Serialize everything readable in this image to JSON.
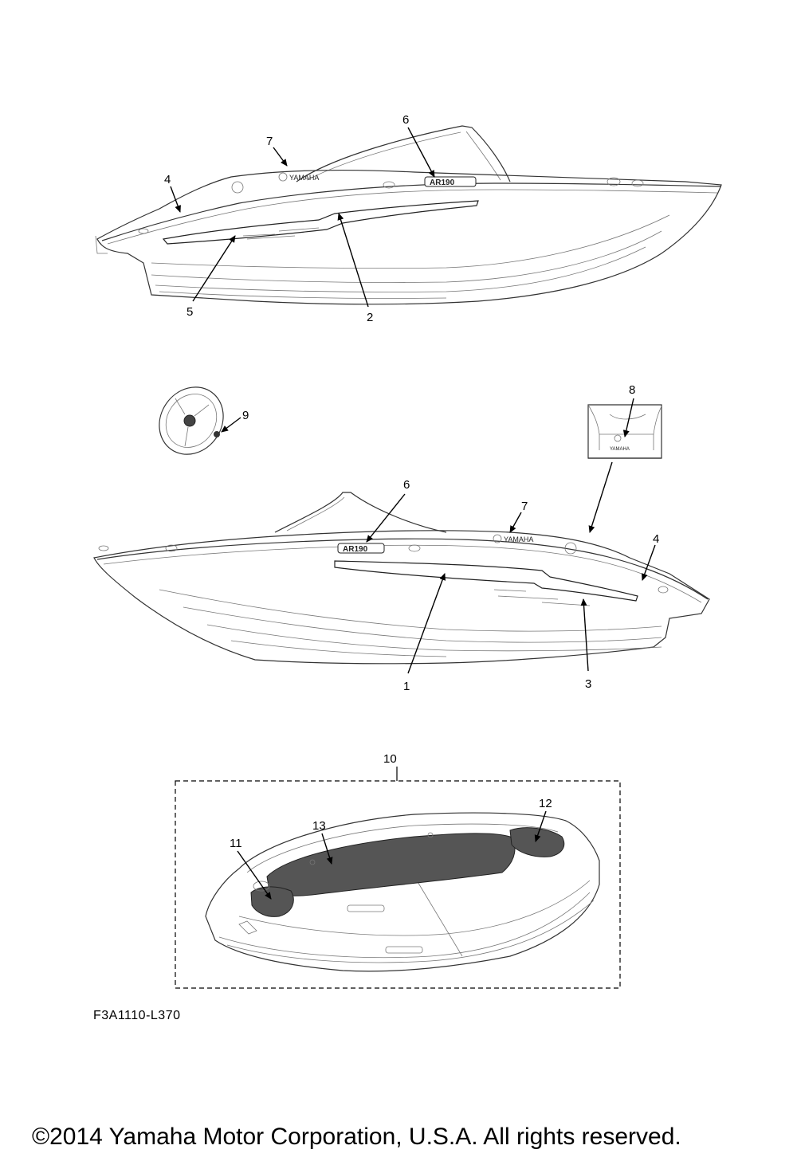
{
  "diagram": {
    "drawing_code": "F3A1110-L370",
    "copyright": "©2014 Yamaha Motor Corporation, U.S.A. All rights reserved.",
    "brand_label": "YAMAHA",
    "model_label": "AR190",
    "callouts": {
      "top_view": [
        "7",
        "6",
        "4",
        "5",
        "2"
      ],
      "mid_view": [
        "9",
        "8",
        "6",
        "7",
        "4",
        "1",
        "3"
      ],
      "bottom_view": [
        "10",
        "12",
        "13",
        "11"
      ]
    }
  }
}
